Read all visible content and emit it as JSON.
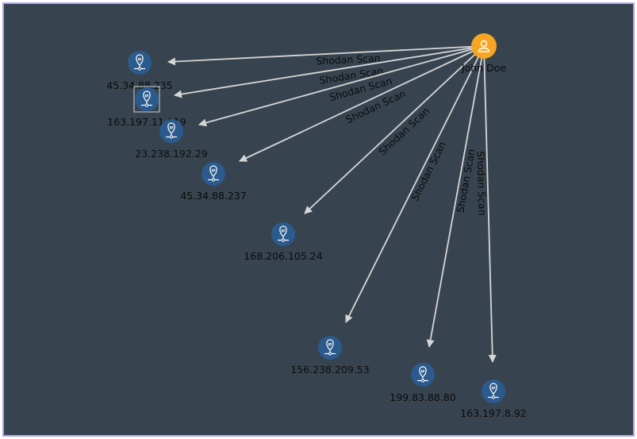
{
  "graph": {
    "person": {
      "name": "John Doe",
      "color": "#f6a623"
    },
    "ip_color": "#2b5a8c",
    "edge_color": "#d6d6d6",
    "edge_label": "Shodan Scan",
    "ip_nodes": [
      {
        "label": "45.34.88.235"
      },
      {
        "label": "163.197.11.119"
      },
      {
        "label": "23.238.192.29"
      },
      {
        "label": "45.34.88.237"
      },
      {
        "label": "168.206.105.24"
      },
      {
        "label": "156.238.209.53"
      },
      {
        "label": "199.83.88.80"
      },
      {
        "label": "163.197.8.92"
      }
    ]
  }
}
